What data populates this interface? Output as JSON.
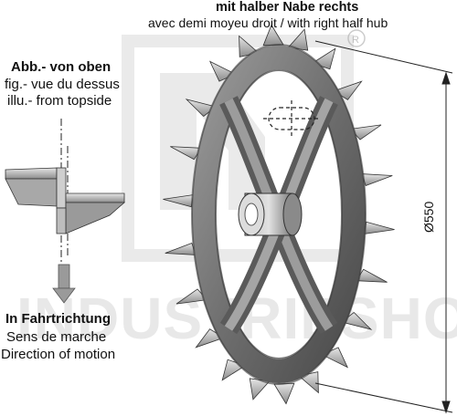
{
  "title": {
    "line1": "mit halber Nabe rechts",
    "line2": "avec demi moyeu droit / with right half hub"
  },
  "topview_label": {
    "de": "Abb.- von oben",
    "fr": "fig.- vue du dessus",
    "en": "illu.- from topside"
  },
  "direction_label": {
    "de": "In Fahrtrichtung",
    "fr": "Sens de marche",
    "en": "Direction of motion"
  },
  "dimension": {
    "diameter_label": "Ø550"
  },
  "watermark": {
    "text": "INDUSTRIESHOP",
    "registered_mark": "®"
  },
  "colors": {
    "wheel_metal": "#8a8a8a",
    "wheel_dark": "#4f4f4f",
    "spike_light": "#d8d8d8",
    "watermark": "#c8c8c8"
  }
}
